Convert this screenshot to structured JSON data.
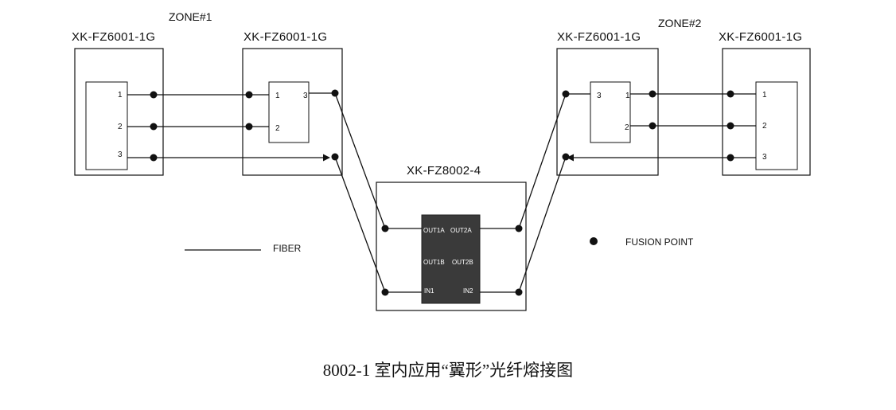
{
  "zones": [
    {
      "label": "ZONE#1"
    },
    {
      "label": "ZONE#2"
    }
  ],
  "devices": [
    {
      "label": "XK-FZ6001-1G"
    },
    {
      "label": "XK-FZ6001-1G"
    },
    {
      "label": "XK-FZ6001-1G"
    },
    {
      "label": "XK-FZ6001-1G"
    },
    {
      "label": "XK-FZ8002-4"
    }
  ],
  "ports": {
    "dev1": [
      "1",
      "2",
      "3"
    ],
    "dev2": [
      "1",
      "2",
      "3"
    ],
    "dev3": [
      "3",
      "1",
      "2"
    ],
    "dev4": [
      "1",
      "2",
      "3"
    ]
  },
  "splitter_ports": [
    "OUT1A",
    "OUT2A",
    "OUT1B",
    "OUT2B",
    "IN1",
    "IN2"
  ],
  "legend": {
    "fiber": "FIBER",
    "fusion_point": "FUSION POINT"
  },
  "caption": "8002-1 室内应用“翼形”光纤熔接图",
  "colors": {
    "line": "#111111",
    "splitter_fill": "#3a3a3a",
    "splitter_text": "#ffffff"
  }
}
